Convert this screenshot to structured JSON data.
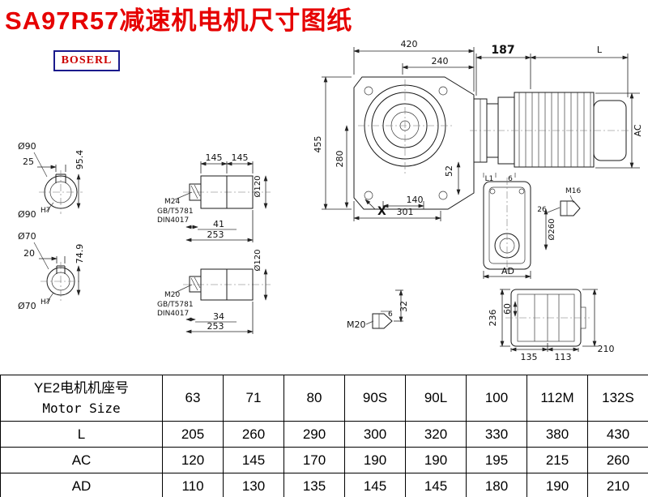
{
  "title": "SA97R57减速机电机尺寸图纸",
  "logo": "BOSERL",
  "colors": {
    "title": "#e60000",
    "logo_text": "#cc0000",
    "logo_border": "#1a1a8c",
    "line": "#1a1a1a"
  },
  "dims": {
    "w420": "420",
    "w240": "240",
    "w187": "187",
    "wL": "L",
    "h455": "455",
    "h280": "280",
    "h52": "52",
    "w140": "140",
    "w301": "301",
    "x_mark": "X",
    "hAC": "AC",
    "dia90": "Ø90",
    "k25": "25",
    "h95_4": "95.4",
    "dia90h7_base": "Ø90",
    "dia90h7_sup": "H7",
    "dia70": "Ø70",
    "k20": "20",
    "h74_9": "74.9",
    "dia70h7_base": "Ø70",
    "dia70h7_sup": "H7",
    "s1_145a": "145",
    "s1_145b": "145",
    "s1_dia120": "Ø120",
    "s1_m24": "M24",
    "s1_gb": "GB/T5781",
    "s1_din": "DIN4017",
    "s1_41": "41",
    "s1_253": "253",
    "s2_dia120": "Ø120",
    "s2_m20": "M20",
    "s2_gb": "GB/T5781",
    "s2_din": "DIN4017",
    "s2_34": "34",
    "s2_253": "253",
    "svL1": "L1",
    "sv6": "6",
    "svM16": "M16",
    "sv26": "26",
    "svDia260": "Ø260",
    "svAD": "AD",
    "plugM20": "M20",
    "plug6": "6",
    "plug32": "32",
    "rv236": "236",
    "rv60": "60",
    "rv135": "135",
    "rv113": "113",
    "rv210": "210"
  },
  "table": {
    "header_cn": "YE2电机机座号",
    "header_en": "Motor Size",
    "sizes": [
      "63",
      "71",
      "80",
      "90S",
      "90L",
      "100",
      "112M",
      "132S"
    ],
    "rows": [
      {
        "label": "L",
        "values": [
          "205",
          "260",
          "290",
          "300",
          "320",
          "330",
          "380",
          "430"
        ]
      },
      {
        "label": "AC",
        "values": [
          "120",
          "145",
          "170",
          "190",
          "190",
          "195",
          "215",
          "260"
        ]
      },
      {
        "label": "AD",
        "values": [
          "110",
          "130",
          "135",
          "145",
          "145",
          "180",
          "190",
          "210"
        ]
      }
    ]
  }
}
